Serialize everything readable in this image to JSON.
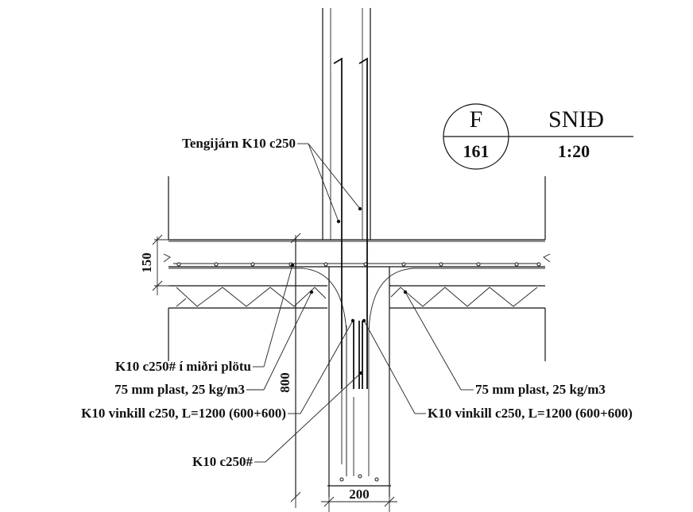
{
  "section_mark": {
    "letter": "F",
    "sheet": "161",
    "title": "SNIÐ",
    "scale": "1:20"
  },
  "labels": {
    "tengijarn": "Tengijárn K10 c250",
    "k10_midri": "K10 c250# í miðri plötu",
    "plast_left": "75 mm plast, 25 kg/m3",
    "vinkill_left": "K10 vinkill c250, L=1200 (600+600)",
    "k10_hash": "K10 c250#",
    "plast_right": "75 mm plast, 25 kg/m3",
    "vinkill_right": "K10 vinkill c250, L=1200 (600+600)"
  },
  "dimensions": {
    "slab_thickness": "150",
    "footing_height": "800",
    "footing_width": "200"
  }
}
